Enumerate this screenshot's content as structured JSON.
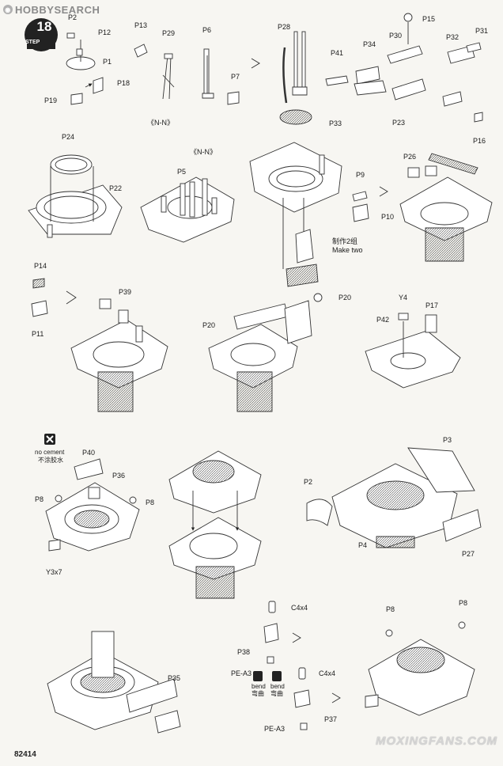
{
  "watermark_top": "HOBBYSEARCH",
  "watermark_bottom": "MOXINGFANS.COM",
  "page_number": "82414",
  "step": {
    "number": "18",
    "word": "STEP"
  },
  "labels": {
    "p2": "P2",
    "p12": "P12",
    "p1": "P1",
    "p18": "P18",
    "p19": "P19",
    "p13": "P13",
    "p29": "P29",
    "nn1": "《N-N》",
    "p6": "P6",
    "p7": "P7",
    "p28": "P28",
    "p41": "P41",
    "p34": "P34",
    "p30": "P30",
    "p15": "P15",
    "p32": "P32",
    "p31": "P31",
    "p33": "P33",
    "p23": "P23",
    "p16": "P16",
    "p24": "P24",
    "p22": "P22",
    "nn2": "《N-N》",
    "p5": "P5",
    "p9": "P9",
    "p10": "P10",
    "make_two_cn": "制作2组",
    "make_two": "Make two",
    "p26": "P26",
    "p14": "P14",
    "p11": "P11",
    "p39": "P39",
    "p20a": "P20",
    "p20b": "P20",
    "y4": "Y4",
    "p17": "P17",
    "p42": "P42",
    "no_cement": "no cement",
    "no_cement_cn": "不涂胶水",
    "p40": "P40",
    "p36": "P36",
    "p8a": "P8",
    "p8b": "P8",
    "y3x7": "Y3x7",
    "p3": "P3",
    "p2b": "P2",
    "p4": "P4",
    "p27": "P27",
    "c4x4a": "C4x4",
    "p38": "P38",
    "pea3a": "PE-A3",
    "bend1": "bend",
    "bend1_cn": "弯曲",
    "bend2": "bend",
    "bend2_cn": "弯曲",
    "c4x4b": "C4x4",
    "p37": "P37",
    "pea3b": "PE-A3",
    "p35": "P35",
    "p8c": "P8",
    "p8d": "P8"
  }
}
